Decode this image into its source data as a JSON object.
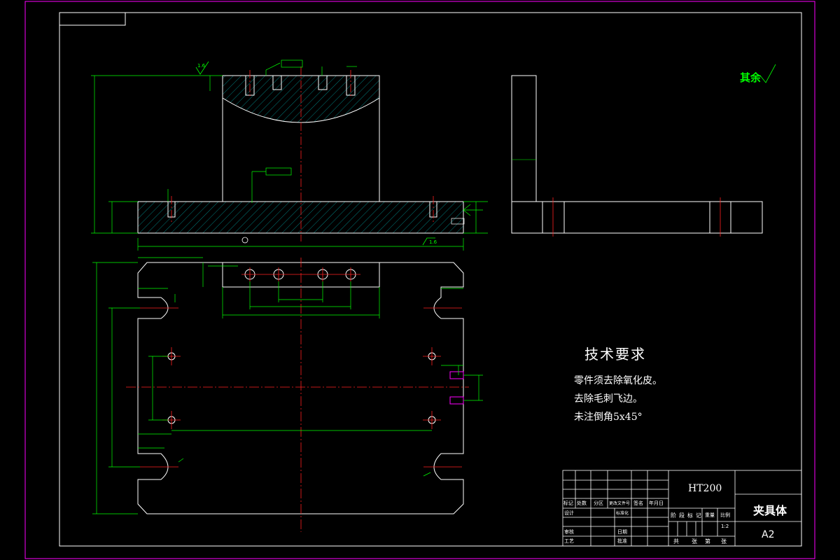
{
  "roughness_note": "其余",
  "technical_requirements": {
    "title": "技术要求",
    "items": [
      "零件须去除氧化皮。",
      "去除毛刺飞边。",
      "未注倒角5x45°"
    ]
  },
  "title_block": {
    "material": "HT200",
    "part_name": "夹具体",
    "sheet_size": "A2",
    "scale": "1:2",
    "headers": [
      "标记",
      "处数",
      "分区",
      "更改文件号",
      "签名",
      "年月日"
    ],
    "roles": [
      "设计",
      "审核",
      "工艺"
    ],
    "roles_right": [
      "标准化",
      "批准",
      "日期"
    ],
    "stage_labels": [
      "阶",
      "段",
      "标",
      "记",
      "重量",
      "比例"
    ],
    "sheet_labels": [
      "共",
      "张",
      "第",
      "张"
    ]
  },
  "annotations": {
    "roughness_value": "1.6",
    "roughness_bottom": "1.6"
  },
  "colors": {
    "background": "#000000",
    "border": "#ff00ff",
    "outline": "#ffffff",
    "dimension": "#00ff00",
    "centerline": "#ff0000",
    "hatch": "#00cccc",
    "leader": "#ffff00"
  }
}
